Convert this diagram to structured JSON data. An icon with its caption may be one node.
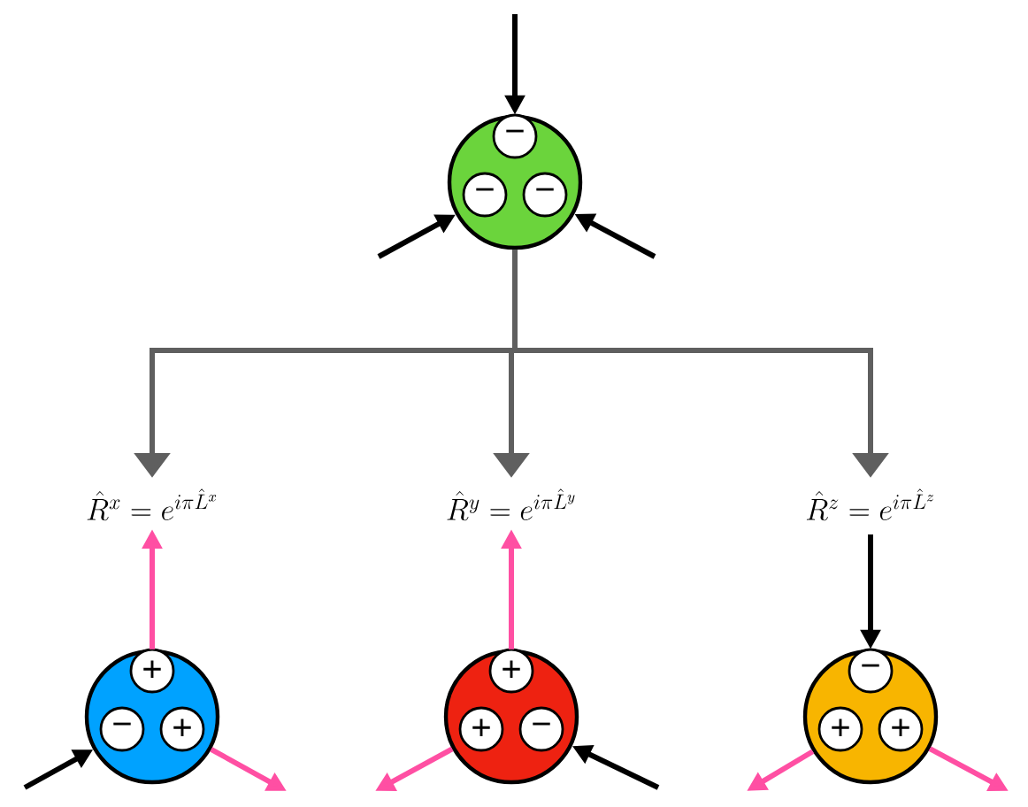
{
  "diagram": {
    "nodes": [
      {
        "text": [],
        "shape": "circle"
      },
      {
        "text": [
          "−"
        ],
        "in": 0
      },
      {
        "text": [
          "−"
        ],
        "in": 0
      },
      {
        "text": [
          "−"
        ],
        "in": 0
      },
      {
        "text": [
          "\\hat{R}^x = e^{i\\pi\\hat{L}^x}"
        ]
      },
      {
        "text": [
          "\\hat{R}^y = e^{i\\pi\\hat{L}^y}"
        ]
      },
      {
        "text": [
          "\\hat{R}^z = e^{i\\pi\\hat{L}^z}"
        ]
      },
      {
        "text": [],
        "shape": "circle"
      },
      {
        "text": [
          "+"
        ],
        "in": 7
      },
      {
        "text": [
          "−"
        ],
        "in": 7
      },
      {
        "text": [
          "+"
        ],
        "in": 7
      },
      {
        "text": [],
        "shape": "circle"
      },
      {
        "text": [
          "+"
        ],
        "in": 11
      },
      {
        "text": [
          "+"
        ],
        "in": 11
      },
      {
        "text": [
          "−"
        ],
        "in": 11
      },
      {
        "text": [],
        "shape": "circle"
      },
      {
        "text": [
          "−"
        ],
        "in": 15
      },
      {
        "text": [
          "+"
        ],
        "in": 15
      },
      {
        "text": [
          "+"
        ],
        "in": 15
      }
    ],
    "edges": [
      {
        "from": null,
        "to": 0,
        "arrow": "to"
      },
      {
        "from": null,
        "to": 0,
        "arrow": "to"
      },
      {
        "from": null,
        "to": 0,
        "arrow": "to"
      },
      {
        "from": 0,
        "to": 4,
        "arrow": "to",
        "color": "#5f5f5f"
      },
      {
        "from": 0,
        "to": 5,
        "arrow": "to",
        "color": "#5f5f5f"
      },
      {
        "from": 0,
        "to": 6,
        "arrow": "to",
        "color": "#5f5f5f"
      },
      {
        "from": 7,
        "to": 4,
        "arrow": "to",
        "color": "#ff4fa3"
      },
      {
        "from": 7,
        "to": null,
        "arrow": "to",
        "color": "#ff4fa3"
      },
      {
        "from": null,
        "to": 7,
        "arrow": "to"
      },
      {
        "from": 11,
        "to": 5,
        "arrow": "to",
        "color": "#ff4fa3"
      },
      {
        "from": 11,
        "to": null,
        "arrow": "to",
        "color": "#ff4fa3"
      },
      {
        "from": null,
        "to": 11,
        "arrow": "to"
      },
      {
        "from": 6,
        "to": 15,
        "arrow": "to"
      },
      {
        "from": 15,
        "to": null,
        "arrow": "to",
        "color": "#ff4fa3"
      },
      {
        "from": 15,
        "to": null,
        "arrow": "to",
        "color": "#ff4fa3"
      }
    ]
  }
}
